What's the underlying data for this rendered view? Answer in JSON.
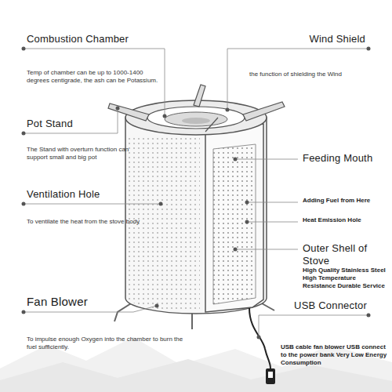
{
  "diagram": {
    "labels": [
      "Combustion Chamber",
      "Temp of chamber can be up to 1000-1400 degrees centigrade, the ash can be Potassium.",
      "Wind Shield",
      "the function of shielding the Wind",
      "Pot Stand",
      "The Stand with overturn function can support small and big pot",
      "Feeding Mouth",
      "Ventilation Hole",
      "To ventilate the heat from the stove body",
      "Adding Fuel from Here",
      "Heat Emission Hole",
      "Outer Shell of Stove",
      "High Quality Stainless Steel High Temperature Resistance Durable Service",
      "Fan Blower",
      "To impulse enough Oxygen into the chamber to burn the fuel sufficiently.",
      "USB Connector",
      "USB cable fan blower USB connect to the power bank Very Low Energy Consumption"
    ]
  }
}
